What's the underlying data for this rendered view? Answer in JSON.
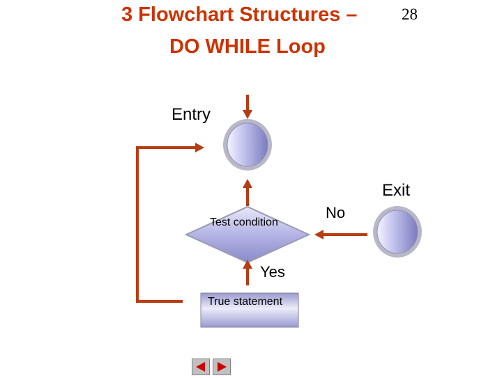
{
  "title": {
    "line1": "3 Flowchart Structures –",
    "line2": "DO WHILE Loop",
    "page_number": "28"
  },
  "diagram": {
    "entry_label": "Entry",
    "exit_label": "Exit",
    "condition_text": "Test condition",
    "no_label": "No",
    "yes_label": "Yes",
    "statement_text": "True statement"
  },
  "colors": {
    "title": "#cc3300",
    "arrow": "#b83c14",
    "shape_fill_light": "#e4e4f8",
    "shape_fill_dark": "#8c8cc8",
    "shape_border": "#a0a0a0"
  },
  "navigation": {
    "prev_icon": "triangle-left-icon",
    "next_icon": "triangle-right-icon"
  }
}
